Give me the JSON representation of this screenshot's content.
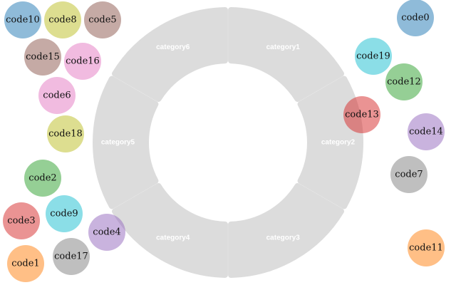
{
  "categories": [
    "category1",
    "category2",
    "category3",
    "category4",
    "category5",
    "category6"
  ],
  "arc_color": "#dcdcdc",
  "nodes": [
    {
      "label": "code0",
      "color": "#1f77b4"
    },
    {
      "label": "code1",
      "color": "#ff7f0e"
    },
    {
      "label": "code2",
      "color": "#2ca02c"
    },
    {
      "label": "code3",
      "color": "#d62728"
    },
    {
      "label": "code4",
      "color": "#9467bd"
    },
    {
      "label": "code5",
      "color": "#8c564b"
    },
    {
      "label": "code6",
      "color": "#e377c2"
    },
    {
      "label": "code7",
      "color": "#7f7f7f"
    },
    {
      "label": "code8",
      "color": "#bcbd22"
    },
    {
      "label": "code9",
      "color": "#17becf"
    },
    {
      "label": "code10",
      "color": "#1f77b4"
    },
    {
      "label": "code11",
      "color": "#ff7f0e"
    },
    {
      "label": "code12",
      "color": "#2ca02c"
    },
    {
      "label": "code13",
      "color": "#d62728"
    },
    {
      "label": "code14",
      "color": "#9467bd"
    },
    {
      "label": "code15",
      "color": "#8c564b"
    },
    {
      "label": "code16",
      "color": "#e377c2"
    },
    {
      "label": "code17",
      "color": "#7f7f7f"
    },
    {
      "label": "code18",
      "color": "#bcbd22"
    },
    {
      "label": "code19",
      "color": "#17becf"
    }
  ]
}
